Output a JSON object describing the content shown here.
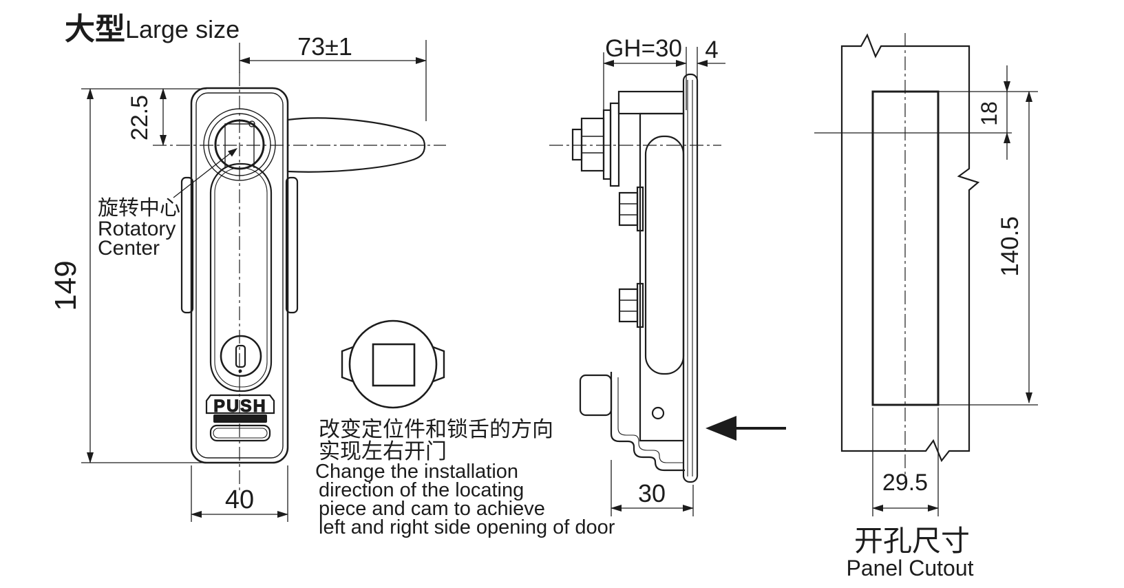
{
  "title": {
    "cn": "大型",
    "en": "Large size"
  },
  "front_view": {
    "dims": {
      "handle_length": "73±1",
      "height": "149",
      "rotary_offset": "22.5",
      "width": "40"
    },
    "rotary_center": {
      "cn": "旋转中心",
      "en_line1": "Rotatory",
      "en_line2": "Center"
    },
    "push_label": "PUSH"
  },
  "note": {
    "cn_line1": "改变定位件和锁舌的方向",
    "cn_line2": "实现左右开门",
    "en_line1": "Change the installation",
    "en_line2": "direction of the locating",
    "en_line3": "piece and cam to achieve",
    "en_line4": "left and right side opening of door"
  },
  "side_view": {
    "dims": {
      "grip_range": "GH=30",
      "panel_thickness": "4",
      "depth": "30"
    }
  },
  "panel_cutout": {
    "dims": {
      "top_offset": "18",
      "height": "140.5",
      "width": "29.5"
    },
    "label_cn": "开孔尺寸",
    "label_en": "Panel Cutout"
  },
  "colors": {
    "line": "#1c1c1c",
    "background": "#ffffff"
  }
}
